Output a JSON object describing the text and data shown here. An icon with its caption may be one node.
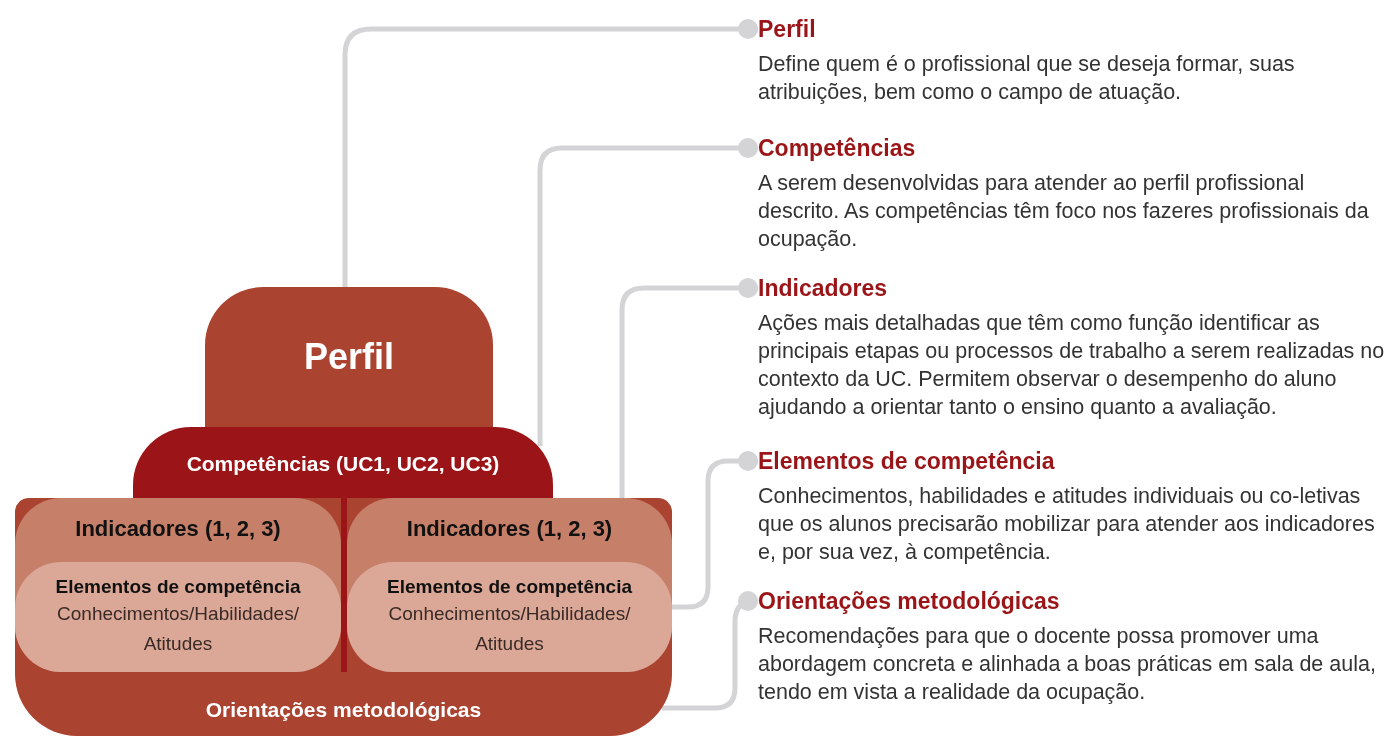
{
  "diagram": {
    "nodes": [
      {
        "text": [
          "Perfil"
        ]
      },
      {
        "text": [
          "Competências (UC1, UC2, UC3)"
        ]
      },
      {
        "text": [
          "Indicadores (1, 2, 3)"
        ],
        "in": 6
      },
      {
        "text": [
          "Elementos de competência",
          "Conhecimentos/Habilidades/ Atitudes"
        ],
        "in": 2
      },
      {
        "text": [
          "Indicadores (1, 2, 3)"
        ],
        "in": 6
      },
      {
        "text": [
          "Elementos de competência",
          "Conhecimentos/Habilidades/ Atitudes"
        ],
        "in": 4
      },
      {
        "text": [
          "Orientações metodológicas"
        ]
      },
      {
        "text": [
          "Perfil",
          "Define quem é o profissional que se deseja formar, suas atribuições, bem como o campo de atuação."
        ]
      },
      {
        "text": [
          "Competências",
          "A serem desenvolvidas para atender ao perfil profissional descrito. As competências têm foco nos fazeres profissionais da ocupação."
        ]
      },
      {
        "text": [
          "Indicadores",
          "Ações mais detalhadas que têm como função identificar as principais etapas ou processos de trabalho a serem realizadas no contexto da UC. Permitem observar o desempenho do aluno ajudando a orientar tanto o ensino quanto a avaliação."
        ]
      },
      {
        "text": [
          "Elementos de competência",
          "Conhecimentos, habilidades e atitudes individuais ou co-letivas que os alunos precisarão mobilizar para atender aos indicadores e, por sua vez, à competência."
        ]
      },
      {
        "text": [
          "Orientações metodológicas",
          "Recomendações para que o docente possa promover uma abordagem concreta e alinhada a boas práticas em sala de aula, tendo em vista a realidade da ocupação."
        ]
      }
    ],
    "edges": [
      {
        "from": 0,
        "to": 7,
        "arrow": "other"
      },
      {
        "from": 1,
        "to": 8,
        "arrow": "other"
      },
      {
        "from": 4,
        "to": 9,
        "arrow": "other"
      },
      {
        "from": 5,
        "to": 10,
        "arrow": "other"
      },
      {
        "from": 6,
        "to": 11,
        "arrow": "other"
      }
    ]
  }
}
